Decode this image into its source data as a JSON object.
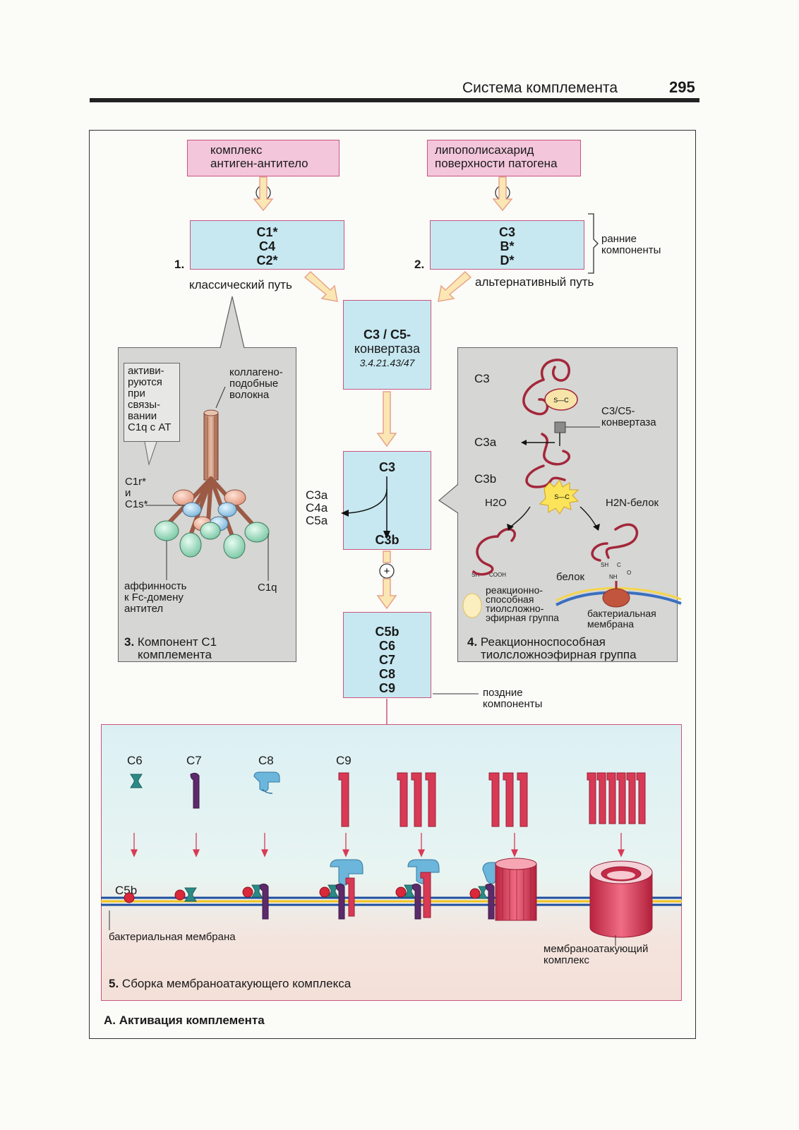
{
  "header": {
    "title": "Система комплемента",
    "page_number": "295"
  },
  "trigger_left": {
    "line1": "комплекс",
    "line2": "антиген-антитело"
  },
  "trigger_right": {
    "line1": "липополисахарид",
    "line2": "поверхности патогена"
  },
  "plus_sign": "+",
  "classical": {
    "number": "1.",
    "components": [
      "C1*",
      "C4",
      "C2*"
    ],
    "label": "классический путь"
  },
  "alternative": {
    "number": "2.",
    "components": [
      "C3",
      "B*",
      "D*"
    ],
    "label": "альтернативный путь"
  },
  "early_components": {
    "line1": "ранние",
    "line2": "компоненты"
  },
  "convertase": {
    "line1": "C3 / C5-",
    "line2": "конвертаза",
    "ec": "3.4.21.43/47"
  },
  "c3_box": {
    "top": "C3",
    "bottom": "C3b"
  },
  "c3_products": [
    "C3a",
    "C4a",
    "C5a"
  ],
  "late_box": {
    "components": [
      "C5b",
      "C6",
      "C7",
      "C8",
      "C9"
    ]
  },
  "late_components": {
    "line1": "поздние",
    "line2": "компоненты"
  },
  "panel3": {
    "activation_note": [
      "активи-",
      "руются",
      "при",
      "связы-",
      "вании",
      "C1q с AT"
    ],
    "collagen_note": [
      "коллагено-",
      "подобные",
      "волокна"
    ],
    "c1r_c1s": [
      "C1r*",
      "и",
      "C1s*"
    ],
    "affinity_note": [
      "аффинность",
      "к Fc-домену",
      "антител"
    ],
    "c1q_label": "C1q",
    "caption_num": "3.",
    "caption_line1": "Компонент C1",
    "caption_line2": "комплемента"
  },
  "panel4": {
    "c3": "C3",
    "convertase_line1": "C3/C5-",
    "convertase_line2": "конвертаза",
    "c3a": "C3a",
    "c3b": "C3b",
    "h2o": "H2O",
    "h2n_protein": "H2N-белок",
    "sh": "SH",
    "cooh": "COOH",
    "sh2": "SH",
    "c_label": "C",
    "nh": "NH",
    "o_label": "O",
    "protein": "белок",
    "s_c": "S—C",
    "reactive_group": [
      "реакционно-",
      "способная",
      "тиолсложно-",
      "эфирная группа"
    ],
    "bacterial_membrane": [
      "бактериальная",
      "мембрана"
    ],
    "caption_num": "4.",
    "caption_line1": "Реакционноспособная",
    "caption_line2": "тиолсложноэфирная группа"
  },
  "panel5": {
    "top_labels": [
      "C6",
      "C7",
      "C8",
      "C9"
    ],
    "c5b": "C5b",
    "membrane_label": "бактериальная мембрана",
    "mac_line1": "мембраноатакующий",
    "mac_line2": "комплекс",
    "caption_num": "5.",
    "caption": "Сборка мембраноатакующего комплекса"
  },
  "figure_caption": "А. Активация комплемента",
  "colors": {
    "pink_fill": "#f3c6dc",
    "pink_border": "#c8567e",
    "cyan_fill": "#c7e8f1",
    "gray_panel": "#d6d6d4",
    "arrow_fill": "#fbe7b4",
    "arrow_stroke": "#e6a489",
    "mac_red": "#d83a55",
    "c8_blue": "#6cb6dc",
    "c7_purple": "#5c2a6a",
    "c6_teal": "#2a8a86"
  }
}
